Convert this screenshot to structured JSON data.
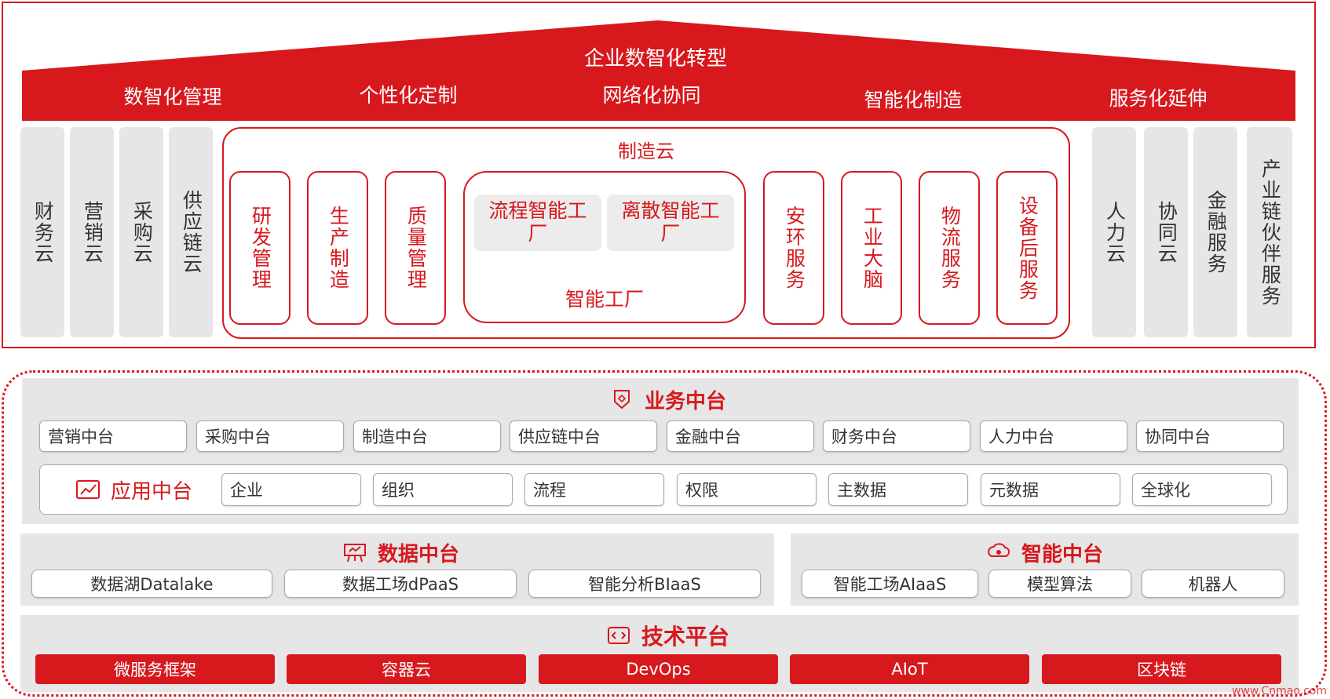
{
  "roof": {
    "title": "企业数智化转型",
    "pillars": [
      "数智化管理",
      "个性化定制",
      "网络化协同",
      "智能化制造",
      "服务化延伸"
    ]
  },
  "left_clouds": [
    "财务云",
    "营销云",
    "采购云",
    "供应链云"
  ],
  "manufacturing": {
    "title": "制造云",
    "left_boxes": [
      "研发管理",
      "生产制造",
      "质量管理"
    ],
    "factory": {
      "chips": [
        "流程智能工厂",
        "离散智能工厂"
      ],
      "label": "智能工厂"
    },
    "right_boxes": [
      "安环服务",
      "工业大脑",
      "物流服务",
      "设备后服务"
    ]
  },
  "right_clouds": [
    "人力云",
    "协同云",
    "金融服务",
    "产业链伙伴服务"
  ],
  "business_platform": {
    "title": "业务中台",
    "items": [
      "营销中台",
      "采购中台",
      "制造中台",
      "供应链中台",
      "金融中台",
      "财务中台",
      "人力中台",
      "协同中台"
    ]
  },
  "app_platform": {
    "title": "应用中台",
    "items": [
      "企业",
      "组织",
      "流程",
      "权限",
      "主数据",
      "元数据",
      "全球化"
    ]
  },
  "data_platform": {
    "title": "数据中台",
    "items": [
      "数据湖Datalake",
      "数据工场dPaaS",
      "智能分析BIaaS"
    ]
  },
  "ai_platform": {
    "title": "智能中台",
    "items": [
      "智能工场AIaaS",
      "模型算法",
      "机器人"
    ]
  },
  "tech_platform": {
    "title": "技术平台",
    "items": [
      "微服务框架",
      "容器云",
      "DevOps",
      "AIoT",
      "区块链"
    ]
  },
  "watermark": "www.Cnmao.com",
  "colors": {
    "accent": "#d7191e",
    "panel": "#e6e6e6"
  }
}
